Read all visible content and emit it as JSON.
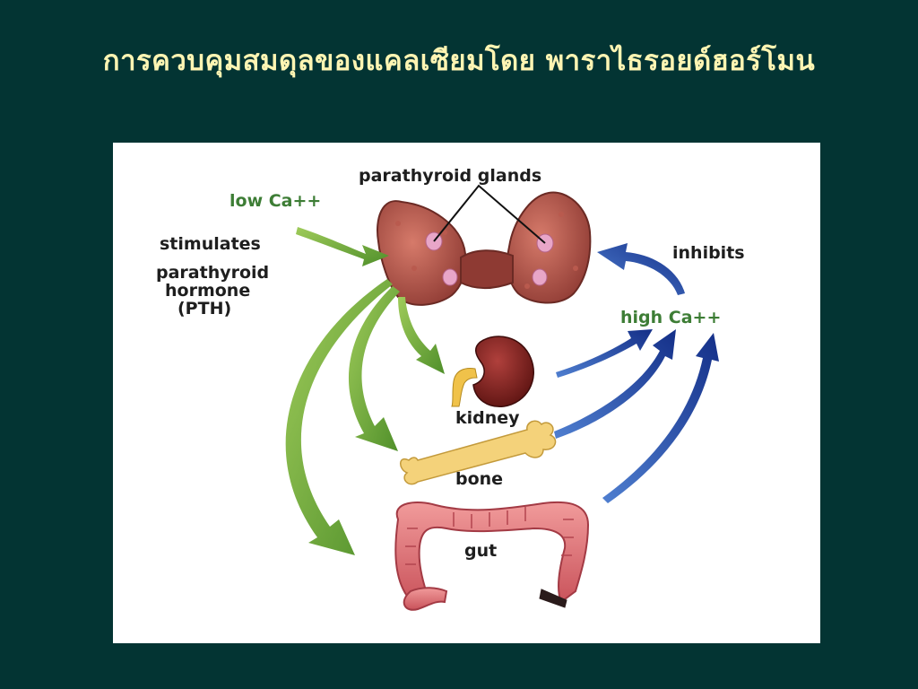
{
  "slide": {
    "title": "การควบคุมสมดุลของแคลเซียมโดย พาราไธรอยด์ฮอร์โมน"
  },
  "diagram": {
    "labels": {
      "parathyroid_glands": "parathyroid glands",
      "low_ca": "low Ca++",
      "stimulates": "stimulates",
      "pth_1": "parathyroid",
      "pth_2": "hormone",
      "pth_3": "(PTH)",
      "inhibits": "inhibits",
      "high_ca": "high Ca++",
      "kidney": "kidney",
      "bone": "bone",
      "gut": "gut"
    },
    "colors": {
      "background": "#033433",
      "title": "#fff5b3",
      "green_arrow": "#6fa83a",
      "blue_arrow": "#1f3d9a",
      "organ_red": "#c8474d",
      "bone": "#f4d27a"
    }
  }
}
